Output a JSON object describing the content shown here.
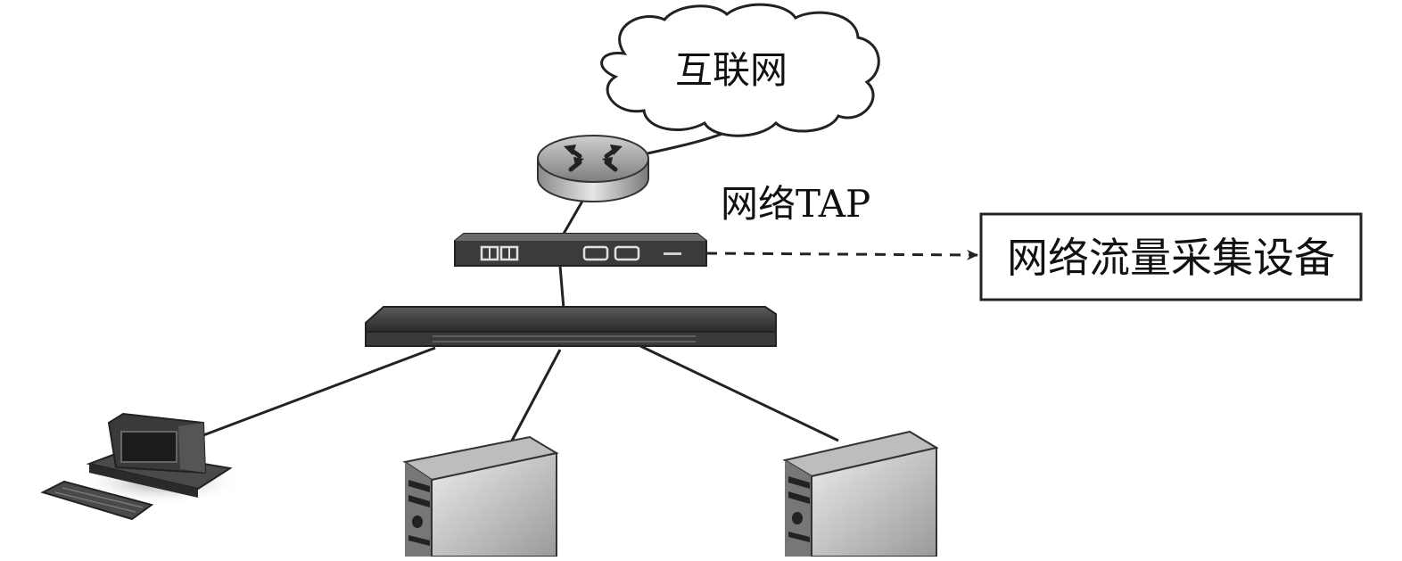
{
  "labels": {
    "internet": "互联网",
    "tap": "网络TAP",
    "collector": "网络流量采集设备"
  },
  "nodes": [
    {
      "id": "internet",
      "kind": "cloud-icon"
    },
    {
      "id": "router",
      "kind": "router-icon"
    },
    {
      "id": "tap",
      "kind": "network-tap-icon"
    },
    {
      "id": "switch",
      "kind": "switch-icon"
    },
    {
      "id": "workstation",
      "kind": "desktop-computer-icon"
    },
    {
      "id": "server-1",
      "kind": "server-icon"
    },
    {
      "id": "server-2",
      "kind": "server-icon"
    },
    {
      "id": "collector",
      "kind": "box"
    }
  ],
  "edges": [
    {
      "from": "internet",
      "to": "router",
      "style": "solid"
    },
    {
      "from": "router",
      "to": "tap",
      "style": "solid"
    },
    {
      "from": "tap",
      "to": "switch",
      "style": "solid"
    },
    {
      "from": "switch",
      "to": "workstation",
      "style": "solid"
    },
    {
      "from": "switch",
      "to": "server-1",
      "style": "solid"
    },
    {
      "from": "switch",
      "to": "server-2",
      "style": "solid"
    },
    {
      "from": "tap",
      "to": "collector",
      "style": "dashed-arrow"
    }
  ]
}
